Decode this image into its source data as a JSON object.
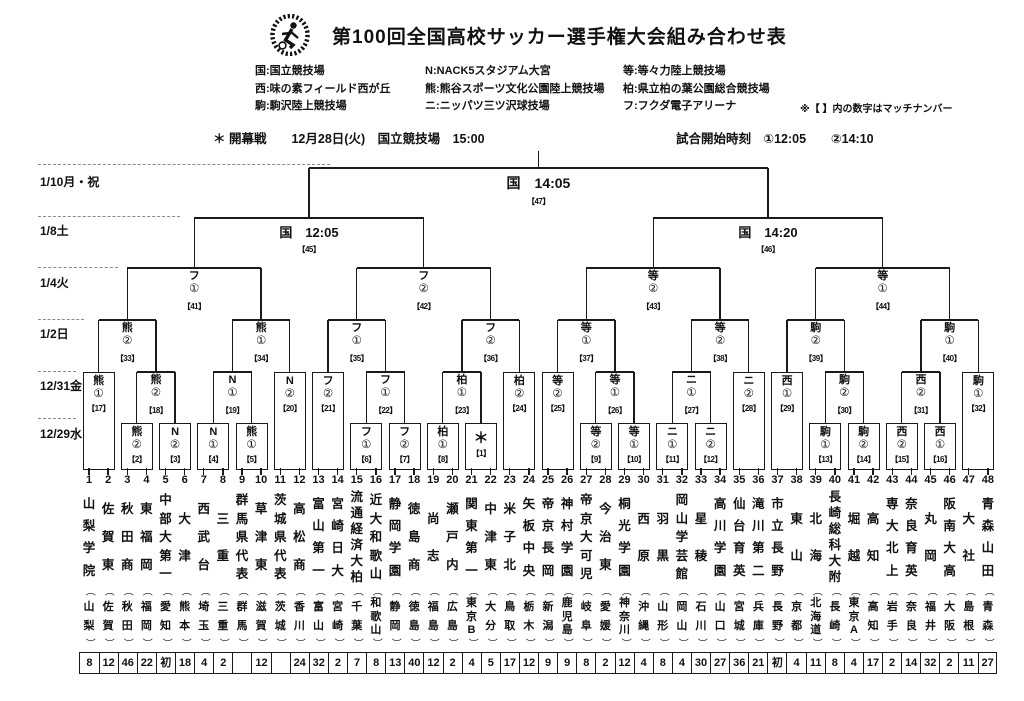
{
  "title": "第100回全国高校サッカー選手権大会組み合わせ表",
  "logo": "tournament-emblem",
  "legend": {
    "cols": [
      {
        "items": [
          {
            "key": "国",
            "name": "国立競技場"
          },
          {
            "key": "西",
            "name": "味の素フィールド西が丘"
          },
          {
            "key": "駒",
            "name": "駒沢陸上競技場"
          }
        ]
      },
      {
        "items": [
          {
            "key": "N",
            "name": "NACK5スタジアム大宮"
          },
          {
            "key": "熊",
            "name": "熊谷スポーツ文化公園陸上競技場"
          },
          {
            "key": "ニ",
            "name": "ニッパツ三ツ沢球技場"
          }
        ]
      },
      {
        "items": [
          {
            "key": "等",
            "name": "等々力陸上競技場"
          },
          {
            "key": "柏",
            "name": "県立柏の葉公園総合競技場"
          },
          {
            "key": "フ",
            "name": "フクダ電子アリーナ"
          }
        ]
      }
    ]
  },
  "header": {
    "note": "※【 】内の数字はマッチナンバー",
    "opening": "＊ 開幕戦　　12月28日(火)　国立競技場　15:00",
    "kickoff": "試合開始時刻　①12:05　　②14:10"
  },
  "rounds": [
    {
      "label": "1/10月・祝"
    },
    {
      "label": "1/8土"
    },
    {
      "label": "1/4火"
    },
    {
      "label": "1/2日"
    },
    {
      "label": "12/31金"
    },
    {
      "label": "12/29水"
    }
  ],
  "bracket": {
    "final": {
      "venue": "国",
      "time": "14:05",
      "match": "47"
    },
    "semifinals": [
      {
        "venue": "国",
        "time": "12:05",
        "match": "45"
      },
      {
        "venue": "国",
        "time": "14:20",
        "match": "46"
      }
    ],
    "quarterfinals": [
      {
        "venue": "フ",
        "slot": "①",
        "match": "41"
      },
      {
        "venue": "フ",
        "slot": "②",
        "match": "42"
      },
      {
        "venue": "等",
        "slot": "②",
        "match": "43"
      },
      {
        "venue": "等",
        "slot": "①",
        "match": "44"
      }
    ],
    "round3": [
      {
        "venue": "熊",
        "slot": "②",
        "match": "33"
      },
      {
        "venue": "熊",
        "slot": "①",
        "match": "34"
      },
      {
        "venue": "フ",
        "slot": "①",
        "match": "35"
      },
      {
        "venue": "フ",
        "slot": "②",
        "match": "36"
      },
      {
        "venue": "等",
        "slot": "①",
        "match": "37"
      },
      {
        "venue": "等",
        "slot": "②",
        "match": "38"
      },
      {
        "venue": "駒",
        "slot": "②",
        "match": "39"
      },
      {
        "venue": "駒",
        "slot": "①",
        "match": "40"
      }
    ],
    "round2": [
      {
        "venue": "熊",
        "slot": "①",
        "match": "17",
        "type": "box",
        "teams": [
          1,
          2
        ]
      },
      {
        "venue": "熊",
        "slot": "②",
        "match": "18",
        "type": "join",
        "children": [
          "2",
          "3"
        ]
      },
      {
        "venue": "N",
        "slot": "①",
        "match": "19",
        "type": "join",
        "children": [
          "4",
          "5"
        ]
      },
      {
        "venue": "N",
        "slot": "②",
        "match": "20",
        "type": "box",
        "teams": [
          11,
          12
        ]
      },
      {
        "venue": "フ",
        "slot": "②",
        "match": "21",
        "type": "box",
        "teams": [
          13,
          14
        ]
      },
      {
        "venue": "フ",
        "slot": "①",
        "match": "22",
        "type": "join",
        "children": [
          "6",
          "7"
        ]
      },
      {
        "venue": "柏",
        "slot": "①",
        "match": "23",
        "type": "join",
        "children": [
          "8",
          "1"
        ]
      },
      {
        "venue": "柏",
        "slot": "②",
        "match": "24",
        "type": "box",
        "teams": [
          23,
          24
        ]
      },
      {
        "venue": "等",
        "slot": "②",
        "match": "25",
        "type": "box",
        "teams": [
          25,
          26
        ]
      },
      {
        "venue": "等",
        "slot": "①",
        "match": "26",
        "type": "join",
        "children": [
          "9",
          "10"
        ]
      },
      {
        "venue": "ニ",
        "slot": "①",
        "match": "27",
        "type": "join",
        "children": [
          "11",
          "12"
        ]
      },
      {
        "venue": "ニ",
        "slot": "②",
        "match": "28",
        "type": "box",
        "teams": [
          35,
          36
        ]
      },
      {
        "venue": "西",
        "slot": "①",
        "match": "29",
        "type": "box",
        "teams": [
          37,
          38
        ]
      },
      {
        "venue": "駒",
        "slot": "②",
        "match": "30",
        "type": "join",
        "children": [
          "13",
          "14"
        ]
      },
      {
        "venue": "西",
        "slot": "②",
        "match": "31",
        "type": "join",
        "children": [
          "15",
          "16"
        ]
      },
      {
        "venue": "駒",
        "slot": "①",
        "match": "32",
        "type": "box",
        "teams": [
          47,
          48
        ]
      }
    ],
    "round1": [
      {
        "venue": "熊",
        "slot": "②",
        "match": "2",
        "teams": [
          3,
          4
        ]
      },
      {
        "venue": "N",
        "slot": "②",
        "match": "3",
        "teams": [
          5,
          6
        ]
      },
      {
        "venue": "N",
        "slot": "①",
        "match": "4",
        "teams": [
          7,
          8
        ]
      },
      {
        "venue": "熊",
        "slot": "①",
        "match": "5",
        "teams": [
          9,
          10
        ]
      },
      {
        "venue": "フ",
        "slot": "①",
        "match": "6",
        "teams": [
          15,
          16
        ]
      },
      {
        "venue": "フ",
        "slot": "②",
        "match": "7",
        "teams": [
          17,
          18
        ]
      },
      {
        "venue": "柏",
        "slot": "①",
        "match": "8",
        "teams": [
          19,
          20
        ]
      },
      {
        "venue": "＊",
        "slot": "",
        "match": "1",
        "teams": [
          21,
          22
        ],
        "opening": true
      },
      {
        "venue": "等",
        "slot": "②",
        "match": "9",
        "teams": [
          27,
          28
        ]
      },
      {
        "venue": "等",
        "slot": "①",
        "match": "10",
        "teams": [
          29,
          30
        ]
      },
      {
        "venue": "ニ",
        "slot": "①",
        "match": "11",
        "teams": [
          31,
          32
        ]
      },
      {
        "venue": "ニ",
        "slot": "②",
        "match": "12",
        "teams": [
          33,
          34
        ]
      },
      {
        "venue": "駒",
        "slot": "①",
        "match": "13",
        "teams": [
          39,
          40
        ]
      },
      {
        "venue": "駒",
        "slot": "②",
        "match": "14",
        "teams": [
          41,
          42
        ]
      },
      {
        "venue": "西",
        "slot": "②",
        "match": "15",
        "teams": [
          43,
          44
        ]
      },
      {
        "venue": "西",
        "slot": "①",
        "match": "16",
        "teams": [
          45,
          46
        ]
      }
    ]
  },
  "teams": [
    {
      "no": "1",
      "name": "山梨学院",
      "pref": "山梨",
      "apps": "8"
    },
    {
      "no": "2",
      "name": "佐賀東",
      "pref": "佐賀",
      "apps": "12"
    },
    {
      "no": "3",
      "name": "秋田商",
      "pref": "秋田",
      "apps": "46"
    },
    {
      "no": "4",
      "name": "東福岡",
      "pref": "福岡",
      "apps": "22"
    },
    {
      "no": "5",
      "name": "中部大第一",
      "pref": "愛知",
      "apps": "初"
    },
    {
      "no": "6",
      "name": "大津",
      "pref": "熊本",
      "apps": "18"
    },
    {
      "no": "7",
      "name": "西武台",
      "pref": "埼玉",
      "apps": "4"
    },
    {
      "no": "8",
      "name": "三重",
      "pref": "三重",
      "apps": "2"
    },
    {
      "no": "9",
      "name": "群馬県代表",
      "pref": "群馬",
      "apps": ""
    },
    {
      "no": "10",
      "name": "草津東",
      "pref": "滋賀",
      "apps": "12"
    },
    {
      "no": "11",
      "name": "茨城県代表",
      "pref": "茨城",
      "apps": ""
    },
    {
      "no": "12",
      "name": "高松商",
      "pref": "香川",
      "apps": "24"
    },
    {
      "no": "13",
      "name": "富山第一",
      "pref": "富山",
      "apps": "32"
    },
    {
      "no": "14",
      "name": "宮崎日大",
      "pref": "宮崎",
      "apps": "2"
    },
    {
      "no": "15",
      "name": "流通経済大柏",
      "pref": "千葉",
      "apps": "7"
    },
    {
      "no": "16",
      "name": "近大和歌山",
      "pref": "和歌山",
      "apps": "8"
    },
    {
      "no": "17",
      "name": "静岡学園",
      "pref": "静岡",
      "apps": "13"
    },
    {
      "no": "18",
      "name": "徳島商",
      "pref": "徳島",
      "apps": "40"
    },
    {
      "no": "19",
      "name": "尚志",
      "pref": "福島",
      "apps": "12"
    },
    {
      "no": "20",
      "name": "瀬戸内",
      "pref": "広島",
      "apps": "2"
    },
    {
      "no": "21",
      "name": "関東第一",
      "pref": "東京B",
      "apps": "4"
    },
    {
      "no": "22",
      "name": "中津東",
      "pref": "大分",
      "apps": "5"
    },
    {
      "no": "23",
      "name": "米子北",
      "pref": "鳥取",
      "apps": "17"
    },
    {
      "no": "24",
      "name": "矢板中央",
      "pref": "栃木",
      "apps": "12"
    },
    {
      "no": "25",
      "name": "帝京長岡",
      "pref": "新潟",
      "apps": "9"
    },
    {
      "no": "26",
      "name": "神村学園",
      "pref": "鹿児島",
      "apps": "9"
    },
    {
      "no": "27",
      "name": "帝京大可児",
      "pref": "岐阜",
      "apps": "8"
    },
    {
      "no": "28",
      "name": "今治東",
      "pref": "愛媛",
      "apps": "2"
    },
    {
      "no": "29",
      "name": "桐光学園",
      "pref": "神奈川",
      "apps": "12"
    },
    {
      "no": "30",
      "name": "西原",
      "pref": "沖縄",
      "apps": "4"
    },
    {
      "no": "31",
      "name": "羽黒",
      "pref": "山形",
      "apps": "8"
    },
    {
      "no": "32",
      "name": "岡山学芸館",
      "pref": "岡山",
      "apps": "4"
    },
    {
      "no": "33",
      "name": "星稜",
      "pref": "石川",
      "apps": "30"
    },
    {
      "no": "34",
      "name": "高川学園",
      "pref": "山口",
      "apps": "27"
    },
    {
      "no": "35",
      "name": "仙台育英",
      "pref": "宮城",
      "apps": "36"
    },
    {
      "no": "36",
      "name": "滝川第二",
      "pref": "兵庫",
      "apps": "21"
    },
    {
      "no": "37",
      "name": "市立長野",
      "pref": "長野",
      "apps": "初"
    },
    {
      "no": "38",
      "name": "東山",
      "pref": "京都",
      "apps": "4"
    },
    {
      "no": "39",
      "name": "北海",
      "pref": "北海道",
      "apps": "11"
    },
    {
      "no": "40",
      "name": "長崎総科大附",
      "pref": "長崎",
      "apps": "8"
    },
    {
      "no": "41",
      "name": "堀越",
      "pref": "東京A",
      "apps": "4"
    },
    {
      "no": "42",
      "name": "高知",
      "pref": "高知",
      "apps": "17"
    },
    {
      "no": "43",
      "name": "専大北上",
      "pref": "岩手",
      "apps": "2"
    },
    {
      "no": "44",
      "name": "奈良育英",
      "pref": "奈良",
      "apps": "14"
    },
    {
      "no": "45",
      "name": "丸岡",
      "pref": "福井",
      "apps": "32"
    },
    {
      "no": "46",
      "name": "阪南大高",
      "pref": "大阪",
      "apps": "2"
    },
    {
      "no": "47",
      "name": "大社",
      "pref": "島根",
      "apps": "11"
    },
    {
      "no": "48",
      "name": "青森山田",
      "pref": "青森",
      "apps": "27"
    }
  ]
}
